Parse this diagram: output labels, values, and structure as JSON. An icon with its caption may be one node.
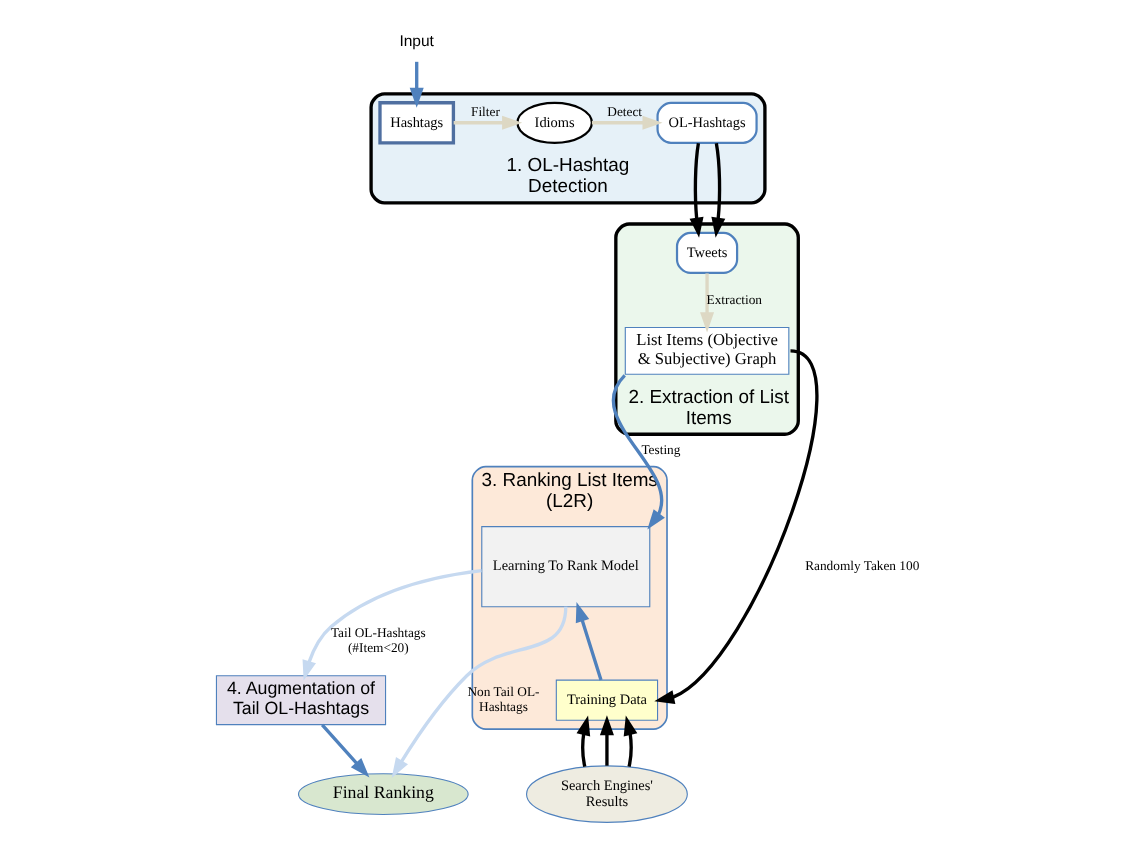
{
  "diagram": {
    "nodes": [
      {
        "text": [
          "1. OL-Hashtag Detection"
        ]
      },
      {
        "text": [
          "Input"
        ]
      },
      {
        "text": [
          "Hashtags"
        ],
        "in": 0
      },
      {
        "text": [
          "Idioms"
        ],
        "in": 0
      },
      {
        "text": [
          "OL-Hashtags"
        ],
        "in": 0
      },
      {
        "text": [
          "4. Augmentation of Tail OL-Hashtags"
        ]
      },
      {
        "text": [
          "3. Ranking List Items (L2R)"
        ]
      },
      {
        "text": [
          "Learning To Rank Model"
        ],
        "in": 6
      },
      {
        "text": [
          "Training Data"
        ],
        "in": 6
      },
      {
        "text": [
          "2. Extraction of List Items"
        ]
      },
      {
        "text": [
          "Tweets"
        ],
        "in": 9
      },
      {
        "text": [
          "List Items (Objective & Subjective) Graph"
        ],
        "in": 9
      },
      {
        "text": [
          "Final Ranking"
        ]
      },
      {
        "text": [
          "Search Engines' Results"
        ]
      }
    ],
    "edges": [
      {
        "from": 1,
        "to": 2,
        "arrow": "to",
        "color": "#4f81bd"
      },
      {
        "from": 2,
        "to": 3,
        "arrow": "to",
        "label": "Filter",
        "color": "#ddd8c4"
      },
      {
        "from": 3,
        "to": 4,
        "arrow": "to",
        "label": "Detect",
        "color": "#ddd8c4"
      },
      {
        "from": 4,
        "to": 10,
        "arrow": "to",
        "color": "#000000"
      },
      {
        "from": 4,
        "to": 10,
        "arrow": "to",
        "color": "#000000"
      },
      {
        "from": 10,
        "to": 11,
        "arrow": "to",
        "label": "Extraction",
        "color": "#ddd8c4"
      },
      {
        "from": 11,
        "to": 7,
        "arrow": "to",
        "label": "Testing",
        "color": "#4f81bd"
      },
      {
        "from": 11,
        "to": 8,
        "arrow": "to",
        "label": "Randomly Taken 100",
        "color": "#000000"
      },
      {
        "from": 7,
        "to": 5,
        "arrow": "to",
        "label": "Tail OL-Hashtags (#Item<20)",
        "color": "#c6d9f0"
      },
      {
        "from": 7,
        "to": 12,
        "arrow": "to",
        "label": "Non Tail OL- Hashtags",
        "color": "#c6d9f0"
      },
      {
        "from": 5,
        "to": 12,
        "arrow": "to",
        "color": "#4f81bd"
      },
      {
        "from": 8,
        "to": 7,
        "arrow": "to",
        "color": "#4f81bd"
      },
      {
        "from": 13,
        "to": 8,
        "arrow": "to",
        "color": "#000000"
      },
      {
        "from": 13,
        "to": 8,
        "arrow": "to",
        "color": "#000000"
      },
      {
        "from": 13,
        "to": 8,
        "arrow": "to",
        "color": "#000000"
      }
    ]
  }
}
